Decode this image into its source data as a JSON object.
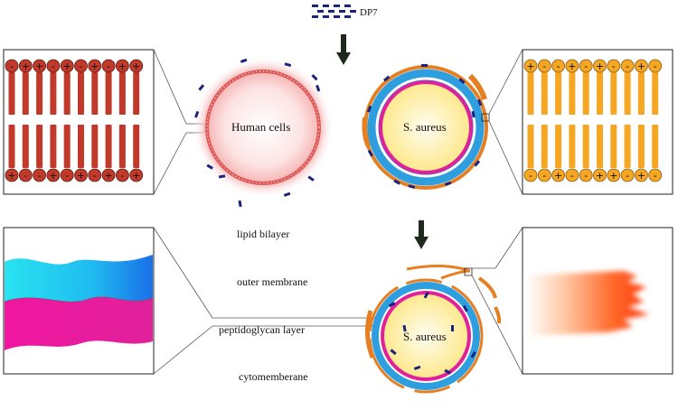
{
  "labels": {
    "dp7": "DP7",
    "human_cells": "Human cells",
    "s_aureus_top": "S. aureus",
    "s_aureus_bottom": "S. aureus",
    "lipid_bilayer": "lipid bilayer",
    "outer_membrane": "outer membrane",
    "peptidoglycan_layer": "peptidoglycan layer",
    "cytomemberane": "cytomemberane"
  },
  "lipid_panels": {
    "human": {
      "top_charges": [
        "-",
        "+",
        "+",
        "-",
        "+",
        "-",
        "+",
        "-",
        "+",
        "+"
      ],
      "bottom_charges": [
        "+",
        "-",
        "-",
        "+",
        "-",
        "+",
        "-",
        "+",
        "-",
        "+"
      ]
    },
    "bacteria": {
      "top_charges": [
        "+",
        "-",
        "-",
        "+",
        "-",
        "+",
        "-",
        "-",
        "+",
        "-"
      ],
      "bottom_charges": [
        "-",
        "-",
        "+",
        "-",
        "-",
        "+",
        "+",
        "-",
        "+",
        "-"
      ]
    }
  },
  "colors": {
    "human_lipid": "#c0392b",
    "bacteria_lipid": "#f5a623",
    "outer_membrane": "#e67e22",
    "peptidoglycan": "#29a8e0",
    "cytomembrane": "#e0219b",
    "cytoplasm": "#fdeea0",
    "dp7": "#1a237e",
    "arrow": "#1f2a1f"
  }
}
